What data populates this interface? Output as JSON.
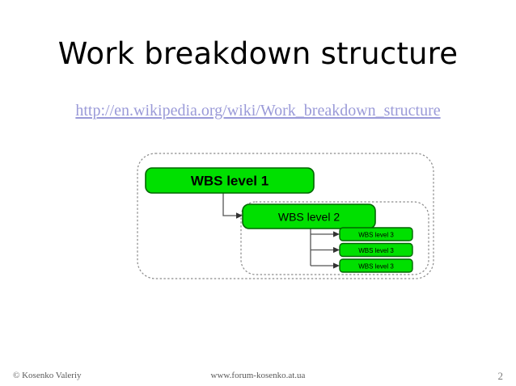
{
  "slide": {
    "title": "Work breakdown structure",
    "subtitle_link": "http://en.wikipedia.org/wiki/Work_breakdown_structure",
    "background_color": "#ffffff"
  },
  "diagram": {
    "type": "tree",
    "box_fill": "#00e000",
    "box_stroke": "#006600",
    "connector_color": "#555555",
    "group_border_color": "#8a8a8a",
    "groups": [
      {
        "name": "outer-group",
        "label": ""
      },
      {
        "name": "inner-group",
        "label": ""
      }
    ],
    "nodes": [
      {
        "id": "level1",
        "label": "WBS level 1",
        "level": 1,
        "bold": true,
        "font_size": 16
      },
      {
        "id": "level2",
        "label": "WBS level 2",
        "level": 2,
        "bold": false,
        "font_size": 13
      },
      {
        "id": "level3a",
        "label": "WBS level 3",
        "level": 3,
        "bold": false,
        "font_size": 7
      },
      {
        "id": "level3b",
        "label": "WBS level 3",
        "level": 3,
        "bold": false,
        "font_size": 7
      },
      {
        "id": "level3c",
        "label": "WBS level 3",
        "level": 3,
        "bold": false,
        "font_size": 7
      }
    ],
    "edges": [
      {
        "from": "level1",
        "to": "level2"
      },
      {
        "from": "level2",
        "to": "level3a"
      },
      {
        "from": "level2",
        "to": "level3b"
      },
      {
        "from": "level2",
        "to": "level3c"
      }
    ]
  },
  "footer": {
    "copyright": "© Kosenko Valeriy",
    "website": "www.forum-kosenko.at.ua",
    "page_number": "2"
  }
}
